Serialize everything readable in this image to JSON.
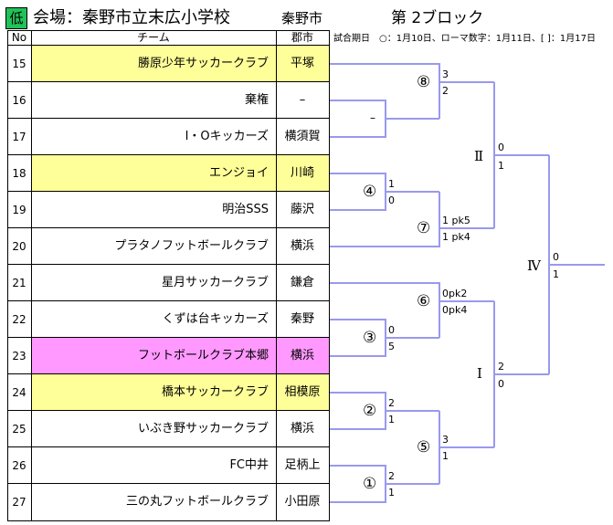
{
  "header": {
    "badge": "低",
    "venue": "会場：秦野市立末広小学校",
    "city": "秦野市",
    "block": "第 2ブロック",
    "legend": "試合期日　○：1月10日、ローマ数字：1月11日、[ ]：1月17日"
  },
  "table": {
    "columns": [
      "No",
      "チーム",
      "郡市"
    ],
    "rows": [
      {
        "no": "15",
        "team": "勝原少年サッカークラブ",
        "city": "平塚",
        "highlight": "#ffff99"
      },
      {
        "no": "16",
        "team": "棄権",
        "city": "–",
        "highlight": "#ffffff"
      },
      {
        "no": "17",
        "team": "I・Oキッカーズ",
        "city": "横須賀",
        "highlight": "#ffffff"
      },
      {
        "no": "18",
        "team": "エンジョイ",
        "city": "川崎",
        "highlight": "#ffff99"
      },
      {
        "no": "19",
        "team": "明治SSS",
        "city": "藤沢",
        "highlight": "#ffffff"
      },
      {
        "no": "20",
        "team": "プラタノフットボールクラブ",
        "city": "横浜",
        "highlight": "#ffffff"
      },
      {
        "no": "21",
        "team": "星月サッカークラブ",
        "city": "鎌倉",
        "highlight": "#ffffff"
      },
      {
        "no": "22",
        "team": "くずは台キッカーズ",
        "city": "秦野",
        "highlight": "#ffffff"
      },
      {
        "no": "23",
        "team": "フットボールクラブ本郷",
        "city": "横浜",
        "highlight": "#ff99ff"
      },
      {
        "no": "24",
        "team": "橋本サッカークラブ",
        "city": "相模原",
        "highlight": "#ffff99"
      },
      {
        "no": "25",
        "team": "いぶき野サッカークラブ",
        "city": "横浜",
        "highlight": "#ffffff"
      },
      {
        "no": "26",
        "team": "FC中井",
        "city": "足柄上",
        "highlight": "#ffffff"
      },
      {
        "no": "27",
        "team": "三の丸フットボールクラブ",
        "city": "小田原",
        "highlight": "#ffffff"
      }
    ]
  },
  "bracket": {
    "line_color": "#9999ee",
    "matches": [
      {
        "label": "⑧",
        "scores": [
          "3",
          "2"
        ]
      },
      {
        "label": "–",
        "scores": []
      },
      {
        "label": "④",
        "scores": [
          "1",
          "0"
        ]
      },
      {
        "label": "⑦",
        "scores": [
          "1 pk5",
          "1 pk4"
        ]
      },
      {
        "label": "⑥",
        "scores": [
          "0pk2",
          "0pk4"
        ]
      },
      {
        "label": "③",
        "scores": [
          "0",
          "5"
        ]
      },
      {
        "label": "②",
        "scores": [
          "2",
          "1"
        ]
      },
      {
        "label": "⑤",
        "scores": [
          "3",
          "1"
        ]
      },
      {
        "label": "①",
        "scores": [
          "2",
          "1"
        ]
      },
      {
        "label": "Ⅱ",
        "scores": [
          "0",
          "1"
        ]
      },
      {
        "label": "Ⅰ",
        "scores": [
          "2",
          "0"
        ]
      },
      {
        "label": "Ⅳ",
        "scores": [
          "0",
          "1"
        ]
      }
    ]
  }
}
